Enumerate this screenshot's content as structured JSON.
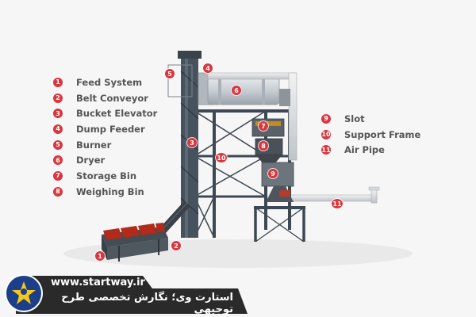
{
  "legend_left": [
    {
      "num": "1",
      "label": "Feed System"
    },
    {
      "num": "2",
      "label": "Belt Conveyor"
    },
    {
      "num": "3",
      "label": "Bucket Elevator"
    },
    {
      "num": "4",
      "label": "Dump Feeder"
    },
    {
      "num": "5",
      "label": "Burner"
    },
    {
      "num": "6",
      "label": "Dryer"
    },
    {
      "num": "7",
      "label": "Storage Bin"
    },
    {
      "num": "8",
      "label": "Weighing Bin"
    }
  ],
  "legend_right": [
    {
      "num": "9",
      "label": "Slot"
    },
    {
      "num": "10",
      "label": "Support Frame"
    },
    {
      "num": "11",
      "label": "Air Pipe"
    }
  ],
  "callouts": [
    "1",
    "2",
    "3",
    "4",
    "5",
    "6",
    "7",
    "8",
    "9",
    "10",
    "11"
  ],
  "brand": {
    "url": "www.startway.ir",
    "tagline": "استارت وی؛ نگارش تخصصی طرح توجیهی",
    "bar_color": "#2a2a2a",
    "logo_color": "#1d3f8a",
    "star_color": "#f3c81b"
  },
  "colors": {
    "badge": "#d9363e",
    "frame": "#3d4852",
    "frame_dark": "#2b333b",
    "drum": "#c9cfd6",
    "aggregate": "#b12a1a"
  }
}
